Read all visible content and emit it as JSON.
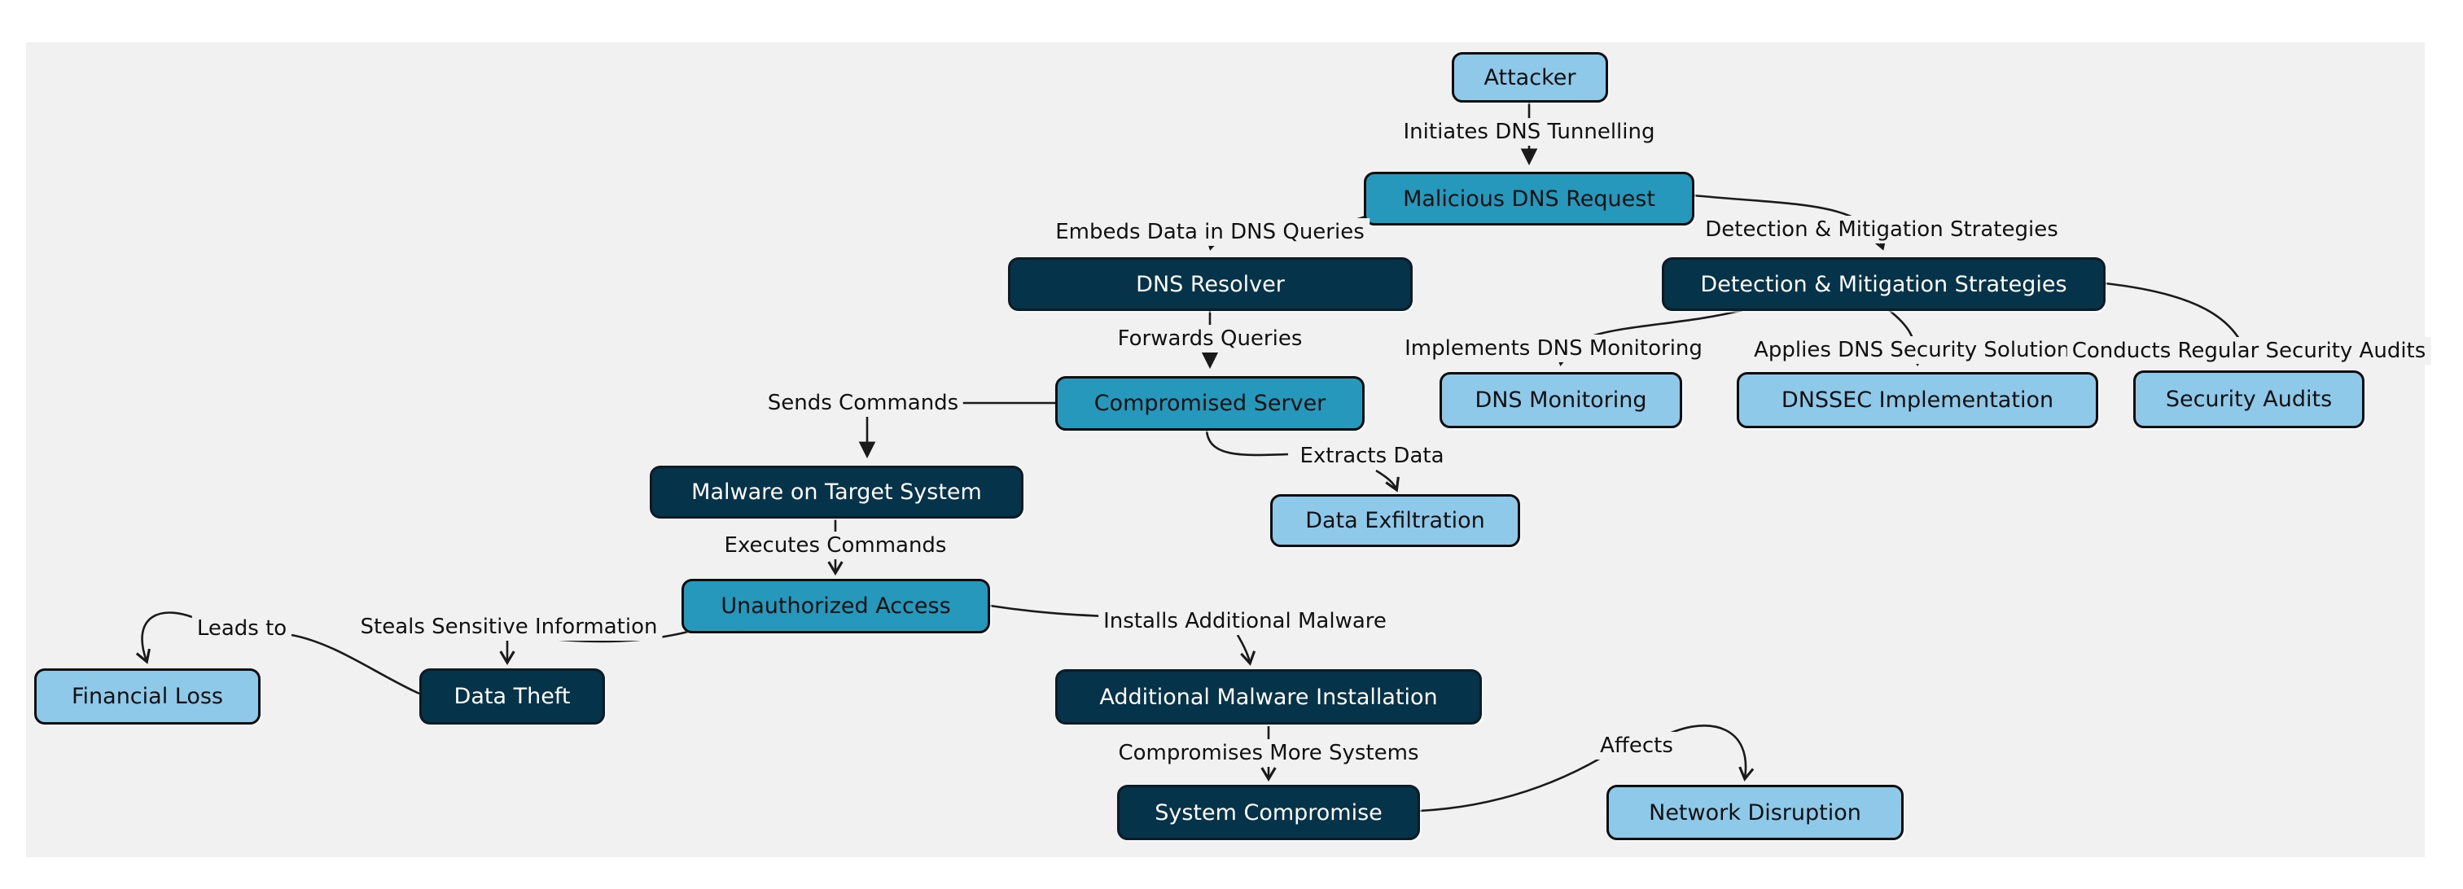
{
  "diagram": {
    "kind": "flowchart",
    "topic": "DNS Tunnelling attack flow with detection and mitigation",
    "colors": {
      "page_background": "#ffffff",
      "panel_background": "#f1f1f1",
      "node_light_blue": "#8ec9e9",
      "node_teal": "#2598bc",
      "node_dark_navy": "#053349",
      "node_border": "#0d0d0d",
      "edge_stroke": "#1a1a1a",
      "text_on_light": "#111111",
      "text_on_dark": "#ffffff"
    },
    "nodes": {
      "attacker": {
        "label": "Attacker",
        "style": "light-blue"
      },
      "malicious_request": {
        "label": "Malicious DNS Request",
        "style": "teal"
      },
      "dns_resolver": {
        "label": "DNS Resolver",
        "style": "dark-navy"
      },
      "detection": {
        "label": "Detection & Mitigation Strategies",
        "style": "dark-navy"
      },
      "compromised_server": {
        "label": "Compromised Server",
        "style": "teal"
      },
      "dns_monitoring": {
        "label": "DNS Monitoring",
        "style": "light-blue"
      },
      "dnssec": {
        "label": "DNSSEC Implementation",
        "style": "light-blue"
      },
      "security_audits": {
        "label": "Security Audits",
        "style": "light-blue"
      },
      "malware_target": {
        "label": "Malware on Target System",
        "style": "dark-navy"
      },
      "data_exfiltration": {
        "label": "Data Exfiltration",
        "style": "light-blue"
      },
      "unauthorized_access": {
        "label": "Unauthorized Access",
        "style": "teal"
      },
      "financial_loss": {
        "label": "Financial Loss",
        "style": "light-blue"
      },
      "data_theft": {
        "label": "Data Theft",
        "style": "dark-navy"
      },
      "additional_malware": {
        "label": "Additional Malware Installation",
        "style": "dark-navy"
      },
      "system_compromise": {
        "label": "System Compromise",
        "style": "dark-navy"
      },
      "network_disruption": {
        "label": "Network Disruption",
        "style": "light-blue"
      }
    },
    "edges": {
      "initiates": {
        "from": "attacker",
        "to": "malicious_request",
        "label": "Initiates DNS Tunnelling"
      },
      "embeds": {
        "from": "malicious_request",
        "to": "dns_resolver",
        "label": "Embeds Data in DNS Queries"
      },
      "detect_link": {
        "from": "malicious_request",
        "to": "detection",
        "label": "Detection & Mitigation Strategies"
      },
      "forwards": {
        "from": "dns_resolver",
        "to": "compromised_server",
        "label": "Forwards Queries"
      },
      "implements": {
        "from": "detection",
        "to": "dns_monitoring",
        "label": "Implements DNS Monitoring"
      },
      "applies": {
        "from": "detection",
        "to": "dnssec",
        "label": "Applies DNS Security Solutions"
      },
      "conducts": {
        "from": "detection",
        "to": "security_audits",
        "label": "Conducts Regular Security Audits"
      },
      "sends": {
        "from": "compromised_server",
        "to": "malware_target",
        "label": "Sends Commands"
      },
      "extracts": {
        "from": "compromised_server",
        "to": "data_exfiltration",
        "label": "Extracts Data"
      },
      "executes": {
        "from": "malware_target",
        "to": "unauthorized_access",
        "label": "Executes Commands"
      },
      "steals": {
        "from": "unauthorized_access",
        "to": "data_theft",
        "label": "Steals Sensitive Information"
      },
      "installs": {
        "from": "unauthorized_access",
        "to": "additional_malware",
        "label": "Installs Additional Malware"
      },
      "leads": {
        "from": "data_theft",
        "to": "financial_loss",
        "label": "Leads to"
      },
      "compromises": {
        "from": "additional_malware",
        "to": "system_compromise",
        "label": "Compromises More Systems"
      },
      "affects": {
        "from": "system_compromise",
        "to": "network_disruption",
        "label": "Affects"
      }
    }
  }
}
